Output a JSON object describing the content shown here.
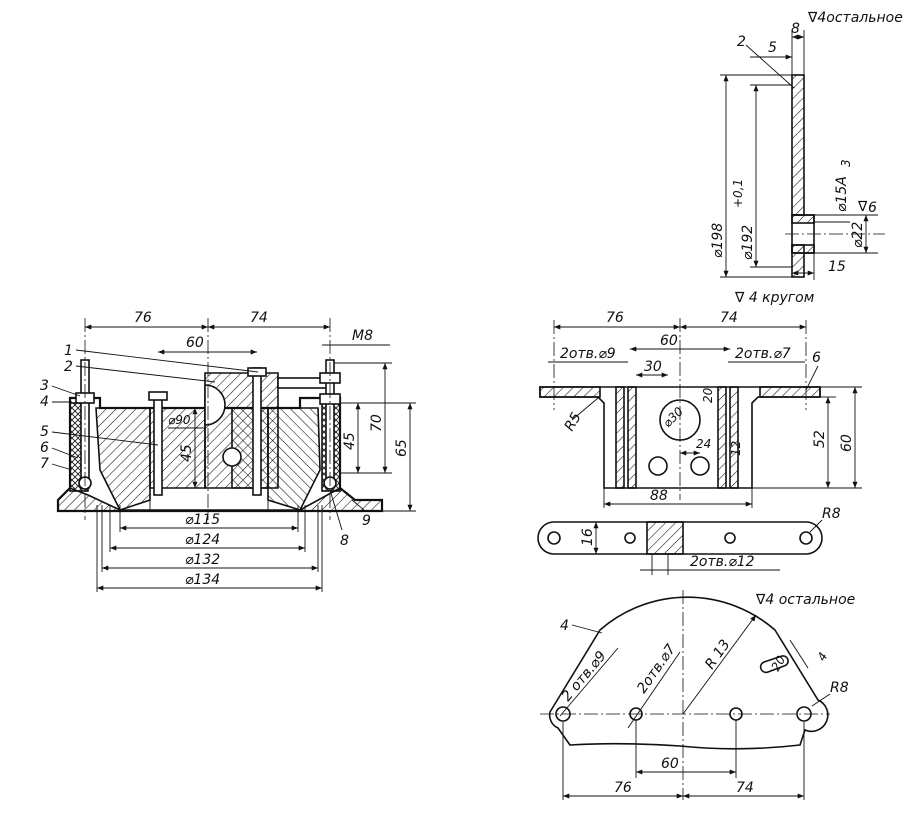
{
  "views": {
    "assembly": {
      "dims": {
        "top_left": "76",
        "top_right": "74",
        "top_mid": "60",
        "thread": "M8",
        "bore": "⌀90",
        "h45_left": "45",
        "h45_right": "45",
        "h70": "70",
        "h65": "65",
        "d115": "⌀115",
        "d124": "⌀124",
        "d132": "⌀132",
        "d134": "⌀134"
      },
      "callouts": [
        "1",
        "2",
        "3",
        "4",
        "5",
        "6",
        "7",
        "8",
        "9"
      ]
    },
    "disk": {
      "surface_note": "∇4остальное",
      "dims": {
        "w8": "8",
        "w5": "5",
        "d198": "⌀198",
        "d192": "⌀192",
        "d192_tol": "+0,1",
        "d15": "⌀15A",
        "d15_sub": "3",
        "rough6": "6",
        "d22": "⌀22",
        "w15": "15"
      },
      "callout": "2"
    },
    "bracket": {
      "surface_note": "∇ 4 кругом",
      "dims": {
        "top_left": "76",
        "top_right": "74",
        "top_mid": "60",
        "holes_left": "2отв.⌀9",
        "holes_right": "2отв.⌀7",
        "w30": "30",
        "bore": "⌀30",
        "w20": "20",
        "w24": "24",
        "h12": "12",
        "h52": "52",
        "h60": "60",
        "r5": "R5",
        "w88": "88",
        "r8": "R8",
        "w16": "16",
        "holes_bottom": "2отв.⌀12"
      },
      "callout": "6"
    },
    "plate": {
      "surface_note": "∇4 остальное",
      "dims": {
        "holes_left": "2 отв.⌀9",
        "holes_mid": "2отв.⌀7",
        "r13": "R 13",
        "slot": "20",
        "slot_w": "4",
        "r8": "R8",
        "w60": "60",
        "w76": "76",
        "w74": "74"
      },
      "callout": "4"
    }
  }
}
